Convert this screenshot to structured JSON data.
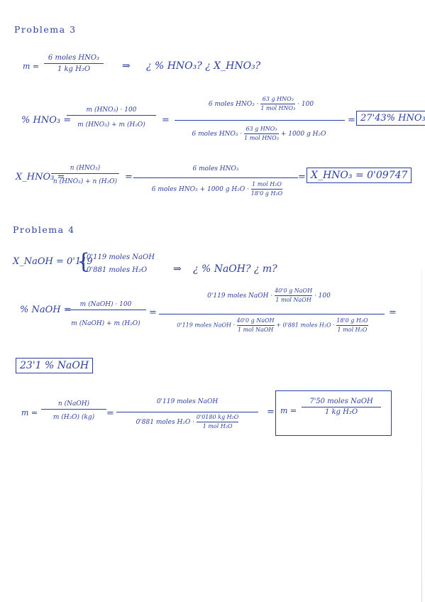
{
  "p3": {
    "title": "Problema 3",
    "m_lhs": "m =",
    "m_num": "6 moles HNO₃",
    "m_den": "1 kg H₂O",
    "arrow": "⇒",
    "ask": "¿ % HNO₃?  ¿ X_HNO₃?",
    "pct_lhs": "% HNO₃ =",
    "pct_num": "m (HNO₃) · 100",
    "pct_den": "m (HNO₃) + m (H₂O)",
    "eq": "=",
    "pct2_num_a": "6 moles HNO₃ ·",
    "pct2_num_frac_num": "63 g HNO₃",
    "pct2_num_frac_den": "1 mol HNO₃",
    "pct2_num_b": "· 100",
    "pct2_den_a": "6 moles HNO₃ ·",
    "pct2_den_frac_num": "63 g HNO₃",
    "pct2_den_frac_den": "1 mol HNO₃",
    "pct2_den_b": "+ 1000 g H₂O",
    "pct_result": "27'43% HNO₃",
    "x_lhs": "X_HNO₃ =",
    "x_num": "n (HNO₃)",
    "x_den": "n (HNO₃) + n (H₂O)",
    "x2_num": "6 moles HNO₃",
    "x2_den_a": "6 moles HNO₃ + 1000 g H₂O ·",
    "x2_den_frac_num": "1 mol H₂O",
    "x2_den_frac_den": "18'0 g H₂O",
    "x_result": "X_HNO₃ = 0'09747"
  },
  "p4": {
    "title": "Problema 4",
    "x_given": "X_NaOH = 0'119",
    "given_1": "0'119 moles NaOH",
    "given_2": "0'881 moles H₂O",
    "arrow": "⇒",
    "ask": "¿ % NaOH?   ¿ m?",
    "pct_lhs": "% NaOH =",
    "pct_num": "m (NaOH) · 100",
    "pct_den": "m (NaOH) + m (H₂O)",
    "eq": "=",
    "pct2_num_a": "0'119 moles NaOH ·",
    "pct2_num_frac_num": "40'0 g NaOH",
    "pct2_num_frac_den": "1 mol NaOH",
    "pct2_num_b": "· 100",
    "pct2_den_a": "0'119 moles NaOH ·",
    "pct2_den_frac_num": "40'0 g NaOH",
    "pct2_den_frac_den": "1 mol NaOH",
    "pct2_den_b": "+ 0'881 moles H₂O ·",
    "pct2_den_frac2_num": "18'0 g H₂O",
    "pct2_den_frac2_den": "1 mol H₂O",
    "pct_result": "23'1 % NaOH",
    "m_lhs": "m =",
    "m_num": "n (NaOH)",
    "m_den": "m (H₂O) (kg)",
    "m2_num": "0'119 moles NaOH",
    "m2_den_a": "0'881 moles H₂O ·",
    "m2_den_frac_num": "0'0180 kg H₂O",
    "m2_den_frac_den": "1 mol H₂O",
    "m_result_lhs": "m =",
    "m_result_num": "7'50 moles NaOH",
    "m_result_den": "1 kg H₂O"
  }
}
